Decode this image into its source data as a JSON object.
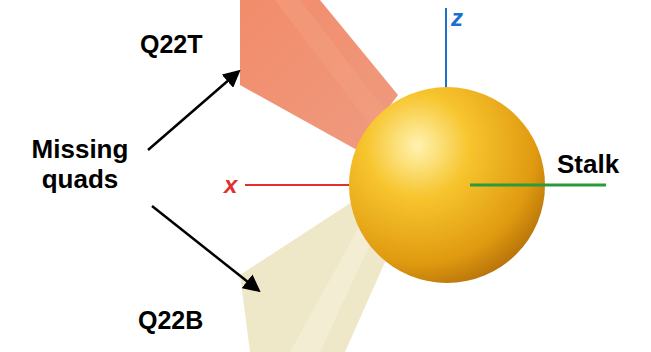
{
  "diagram": {
    "labels": [
      "Q22T",
      "Missing quads",
      "Q22B",
      "x",
      "z",
      "Stalk"
    ]
  }
}
